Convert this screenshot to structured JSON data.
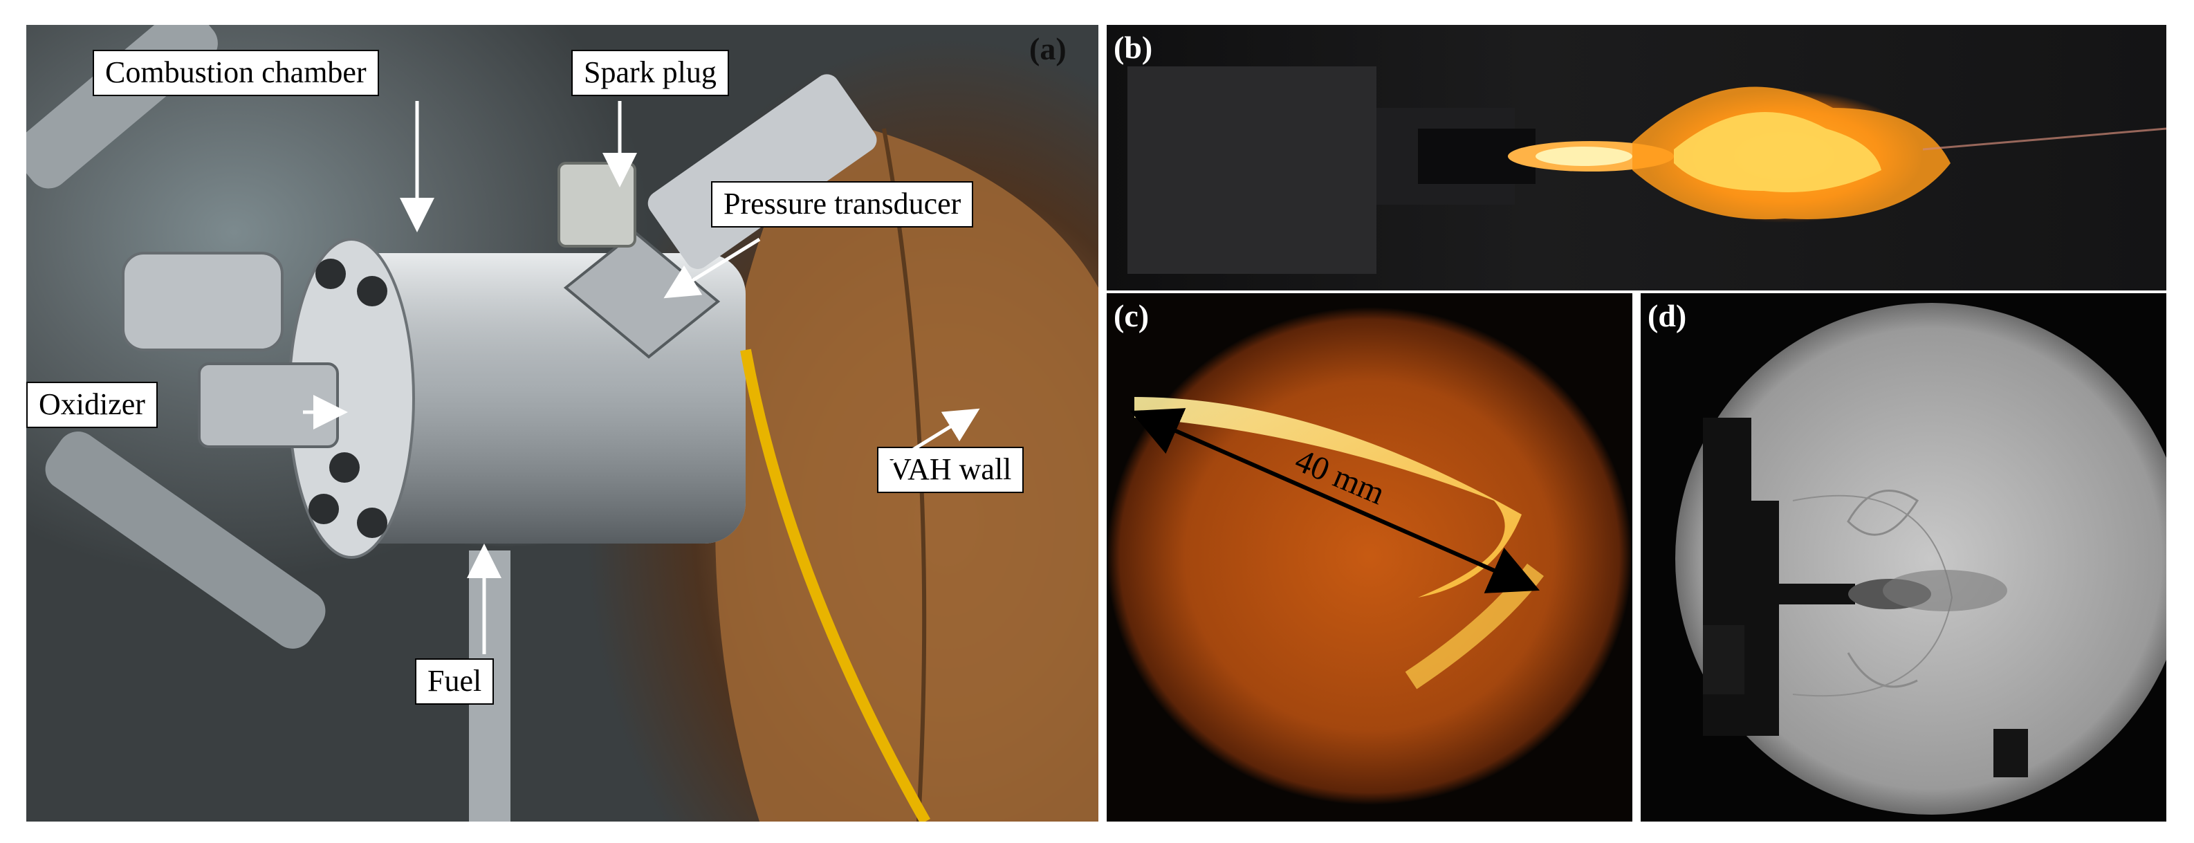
{
  "panels": {
    "a": {
      "letter": "(a)",
      "labels": {
        "combustion_chamber": "Combustion chamber",
        "spark_plug": "Spark plug",
        "pressure_transducer": "Pressure transducer",
        "oxidizer": "Oxidizer",
        "vah_wall": "VAH wall",
        "fuel": "Fuel"
      }
    },
    "b": {
      "letter": "(b)"
    },
    "c": {
      "letter": "(c)",
      "scale_label": "40 mm"
    },
    "d": {
      "letter": "(d)"
    }
  },
  "colors": {
    "label_background": "#ffffff",
    "flame_core": "#ffe27a",
    "flame_outer": "#e06a0a",
    "cable_yellow": "#e8b400"
  }
}
